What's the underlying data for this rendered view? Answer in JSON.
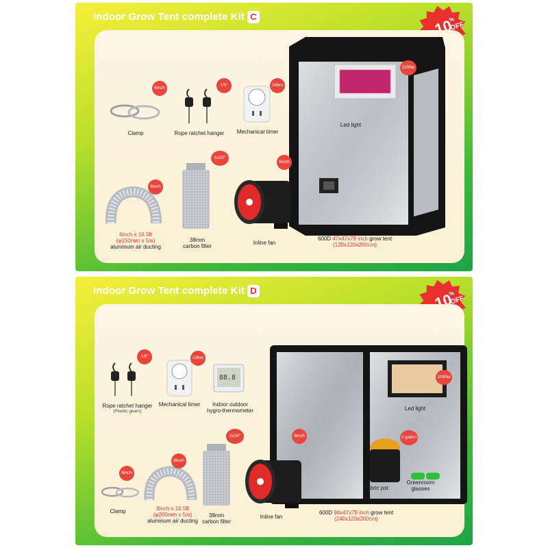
{
  "discount": {
    "value": "10",
    "percent": "%",
    "off": "OFF"
  },
  "kitC": {
    "title": "Indoor Grow Tent complete Kit",
    "badge": "C",
    "clamp": {
      "label": "Clamp",
      "size": "6inch"
    },
    "hanger": {
      "label": "Rope ratchet hanger",
      "size": "1/8\""
    },
    "timer": {
      "label": "Mechanical timer",
      "size": "24hrs"
    },
    "light": {
      "label": "Led light",
      "power": "1200w"
    },
    "filter": {
      "label1": "38mm",
      "label2": "carbon filter",
      "size": "6x20\""
    },
    "fan": {
      "label": "Inline fan",
      "size": "6inch"
    },
    "ducting": {
      "line1": "6inch x 16.5ft",
      "line2": "(φ150mm x 5m)",
      "line3": "aluminum air ducting",
      "size": "6inch"
    },
    "tent": {
      "prefix": "600D ",
      "dims": "47x47x79 inch",
      "suffix": " grow tent",
      "metric": "(120x120x200cm)"
    }
  },
  "kitD": {
    "title": "Indoor Grow Tent complete Kit",
    "badge": "D",
    "hanger": {
      "label": "Rope ratchet hanger",
      "note": "(Plastic gears)",
      "size": "1/8\""
    },
    "timer": {
      "label": "Mechanical timer",
      "size": "24hrs"
    },
    "thermo": {
      "label1": "Indoor outdoor",
      "label2": "hygro-thermometer"
    },
    "light": {
      "label": "Led light",
      "power": "1000w"
    },
    "pot": {
      "label": "Fabric pot",
      "size": "2 gallon"
    },
    "glasses": {
      "label1": "Greenroom",
      "label2": "glasses"
    },
    "clamp": {
      "label": "Clamp",
      "size": "8inch"
    },
    "ducting": {
      "line1": "8inch x 16.5ft",
      "line2": "(φ200mm x 5m)",
      "line3": "aluminum air ducting",
      "size": "8inch"
    },
    "filter": {
      "label1": "38mm",
      "label2": "carbon filter",
      "size": "8x24\""
    },
    "fan": {
      "label": "Inline fan",
      "size": "8inch"
    },
    "tent": {
      "prefix": "600D ",
      "dims": "94x47x79 inch",
      "suffix": " grow tent",
      "metric": "(240x120x200cm)"
    }
  }
}
